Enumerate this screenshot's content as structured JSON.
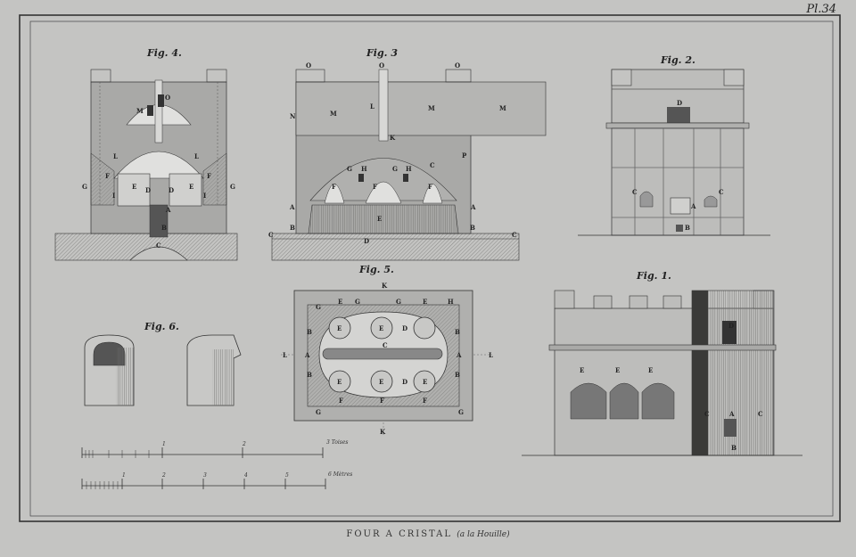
{
  "plate": {
    "number": "Pl.34",
    "title_main": "FOUR A CRISTAL",
    "title_sub": "(a la Houille)"
  },
  "figures": {
    "fig1": {
      "title": "Fig. 1.",
      "labels": [
        "E",
        "E",
        "E",
        "D",
        "C",
        "A",
        "C",
        "B"
      ]
    },
    "fig2": {
      "title": "Fig. 2.",
      "labels": [
        "D",
        "C",
        "A",
        "C",
        "B"
      ]
    },
    "fig3": {
      "title": "Fig. 3",
      "labels": [
        "O",
        "O",
        "O",
        "N",
        "M",
        "L",
        "M",
        "M",
        "K",
        "P",
        "G",
        "H",
        "G",
        "H",
        "C",
        "F",
        "F",
        "F",
        "A",
        "B",
        "C",
        "E",
        "D",
        "A",
        "B",
        "C"
      ]
    },
    "fig4": {
      "title": "Fig. 4.",
      "labels": [
        "M",
        "O",
        "L",
        "L",
        "F",
        "F",
        "G",
        "G",
        "E",
        "D",
        "D",
        "E",
        "I",
        "I",
        "A",
        "B",
        "C"
      ]
    },
    "fig5": {
      "title": "Fig. 5.",
      "labels": [
        "K",
        "E",
        "G",
        "G",
        "E",
        "H",
        "G",
        "E",
        "D",
        "E",
        "B",
        "B",
        "L",
        "A",
        "C",
        "A",
        "L",
        "B",
        "B",
        "E",
        "E",
        "D",
        "E",
        "G",
        "F",
        "F",
        "F",
        "G",
        "K"
      ]
    },
    "fig6": {
      "title": "Fig. 6."
    }
  },
  "scales": {
    "toises": {
      "label": "3 Toises",
      "ticks": [
        "1",
        "2"
      ]
    },
    "metres": {
      "label": "6 Mètres",
      "ticks": [
        "1",
        "2",
        "3",
        "4",
        "5"
      ]
    }
  },
  "colors": {
    "paper": "#c4c4c2",
    "ink": "#222222",
    "hatch": "#8d8d8b"
  }
}
